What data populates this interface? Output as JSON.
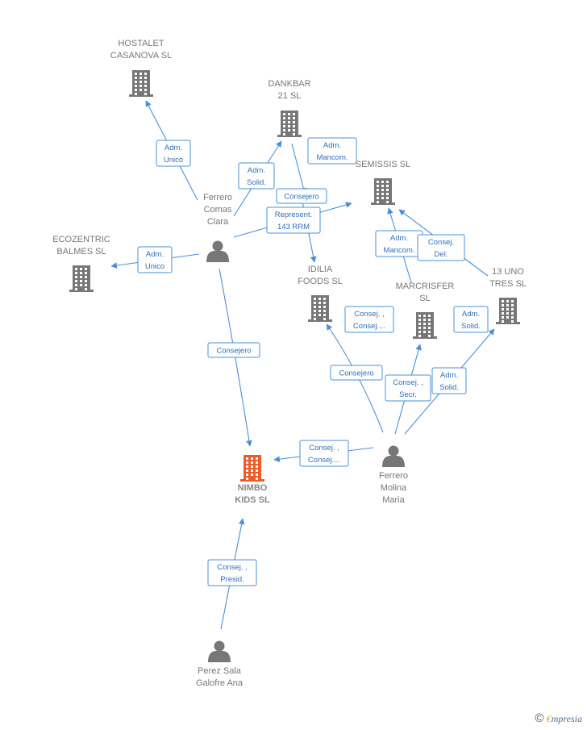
{
  "colors": {
    "edge": "#4a90d9",
    "company": "#777777",
    "focus_company": "#f05a28",
    "person": "#777777"
  },
  "nodes": [
    {
      "id": "hostalet",
      "type": "company",
      "label": [
        "HOSTALET",
        "CASANOVA  SL"
      ]
    },
    {
      "id": "dankbar",
      "type": "company",
      "label": [
        "DANKBAR",
        "21  SL"
      ]
    },
    {
      "id": "semissis",
      "type": "company",
      "label": [
        "SEMISSIS SL"
      ]
    },
    {
      "id": "ecozentric",
      "type": "company",
      "label": [
        "ECOZENTRIC",
        "BALMES  SL"
      ]
    },
    {
      "id": "idilia",
      "type": "company",
      "label": [
        "IDILIA",
        "FOODS  SL"
      ]
    },
    {
      "id": "marcrisfer",
      "type": "company",
      "label": [
        "MARCRISFER",
        "SL"
      ]
    },
    {
      "id": "uno_tres",
      "type": "company",
      "label": [
        "13 UNO",
        "TRES  SL"
      ]
    },
    {
      "id": "nimbo",
      "type": "focus_company",
      "label": [
        "NIMBO",
        "KIDS  SL"
      ]
    },
    {
      "id": "ferrero_comas",
      "type": "person",
      "label": [
        "Ferrero",
        "Comas",
        "Clara"
      ]
    },
    {
      "id": "ferrero_molina",
      "type": "person",
      "label": [
        "Ferrero",
        "Molina",
        "Maria"
      ]
    },
    {
      "id": "perez_sala",
      "type": "person",
      "label": [
        "Perez Sala",
        "Galofre Ana"
      ]
    }
  ],
  "edges": [
    {
      "id": "fc-hostalet",
      "label": [
        "Adm.",
        "Unico"
      ]
    },
    {
      "id": "fc-dankbar",
      "label": [
        "Adm.",
        "Solid."
      ]
    },
    {
      "id": "dankbar-semissis",
      "label": [
        "Adm.",
        "Mancom."
      ]
    },
    {
      "id": "fc-idilia",
      "label": [
        "Consejero"
      ]
    },
    {
      "id": "fc-semissis",
      "label": [
        "Represent.",
        "143 RRM"
      ]
    },
    {
      "id": "fc-ecozentric",
      "label": [
        "Adm.",
        "Unico"
      ]
    },
    {
      "id": "marcrisfer-semissis",
      "label": [
        "Adm.",
        "Mancom."
      ]
    },
    {
      "id": "uno-semissis",
      "label": [
        "Consej.",
        "Del."
      ]
    },
    {
      "id": "fc-nimbo",
      "label": [
        "Consejero"
      ]
    },
    {
      "id": "fm-idilia-a",
      "label": [
        "Consej. ,",
        "Consej...."
      ]
    },
    {
      "id": "fm-uno",
      "label": [
        "Adm.",
        "Solid."
      ]
    },
    {
      "id": "fm-idilia-b",
      "label": [
        "Consejero"
      ]
    },
    {
      "id": "fm-marcrisfer",
      "label": [
        "Consej. ,",
        "Secr."
      ]
    },
    {
      "id": "fm-uno-b",
      "label": [
        "Adm.",
        "Solid."
      ]
    },
    {
      "id": "fm-nimbo",
      "label": [
        "Consej. ,",
        "Consej...."
      ]
    },
    {
      "id": "ps-nimbo",
      "label": [
        "Consej. ,",
        "Presid."
      ]
    }
  ],
  "brand": {
    "copyright": "©",
    "e": "€",
    "name": "mpresia"
  }
}
